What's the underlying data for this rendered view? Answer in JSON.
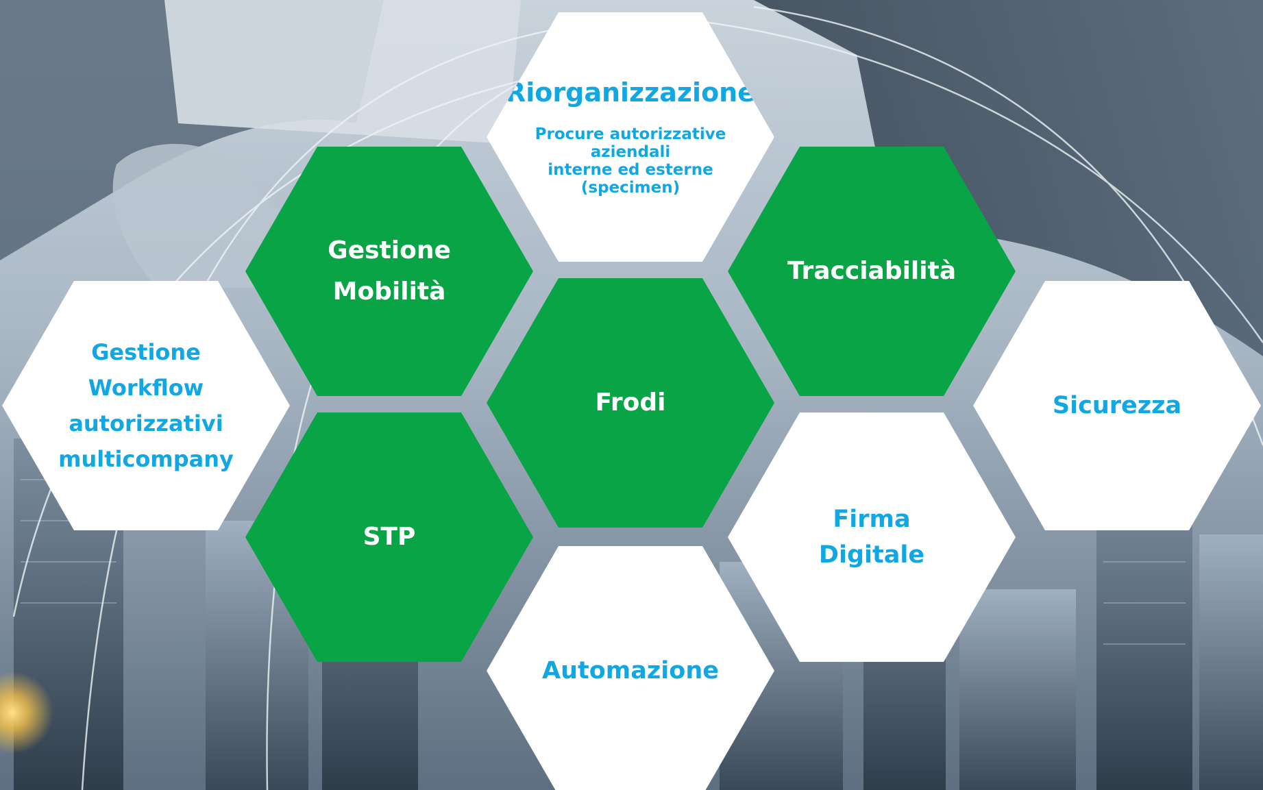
{
  "hexagons": {
    "riorganizzazione": {
      "title": "Riorganizzazione",
      "subtitle": "Procure  autorizzative\naziendali\ninterne ed esterne\n(specimen)"
    },
    "gestione_mobilita": {
      "line1": "Gestione",
      "line2": "Mobilità"
    },
    "tracciabilita": {
      "label": "Tracciabilità"
    },
    "gestione_workflow": {
      "line1": "Gestione",
      "line2": "Workflow",
      "line3": "autorizzativi",
      "line4": "multicompany"
    },
    "frodi": {
      "label": "Frodi"
    },
    "sicurezza": {
      "label": "Sicurezza"
    },
    "stp": {
      "label": "STP"
    },
    "firma_digitale": {
      "line1": "Firma",
      "line2": "Digitale"
    },
    "automazione": {
      "label": "Automazione"
    }
  },
  "colors": {
    "green_fill": "#08a446",
    "white_fill": "#ffffff",
    "blue_text": "#11a7e3",
    "white_text": "#ffffff"
  }
}
